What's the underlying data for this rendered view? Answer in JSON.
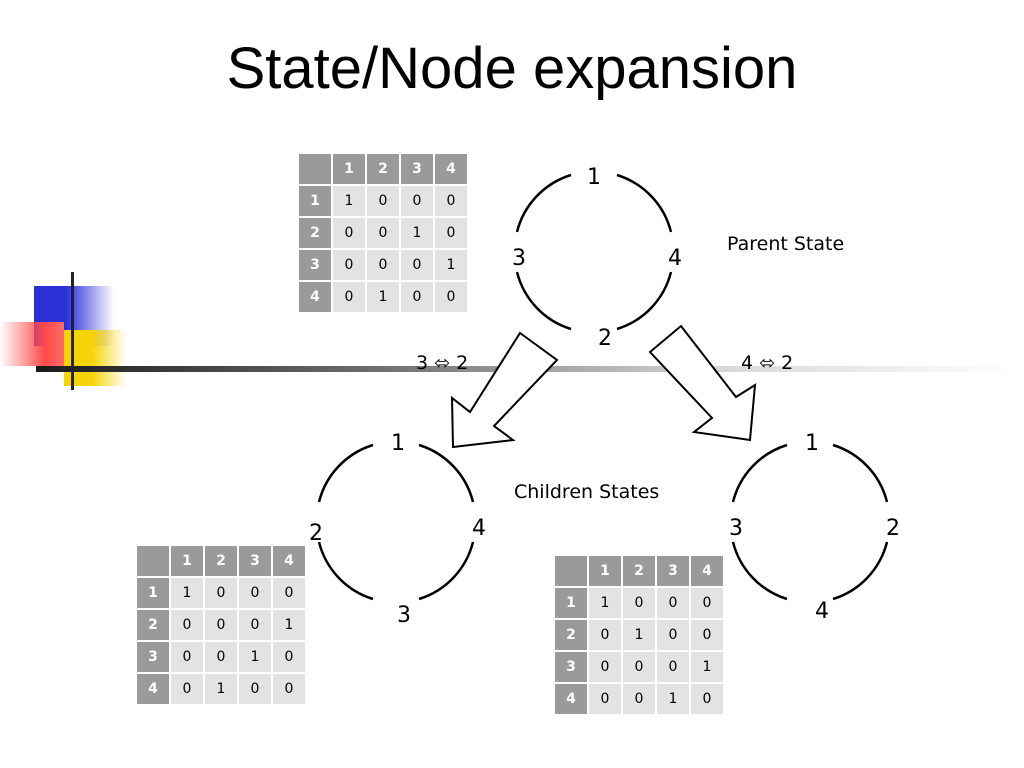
{
  "title": "State/Node expansion",
  "labels": {
    "parent_state": "Parent State",
    "children_states": "Children States",
    "swap_left": "3 ⬄ 2",
    "swap_right": "4 ⬄ 2"
  },
  "parent_ring": {
    "top": "1",
    "left": "3",
    "right": "4",
    "bottom": "2"
  },
  "left_child_ring": {
    "top": "1",
    "left": "2",
    "right": "4",
    "bottom": "3"
  },
  "right_child_ring": {
    "top": "1",
    "left": "3",
    "right": "2",
    "bottom": "4"
  },
  "parent_matrix": {
    "cols": [
      "1",
      "2",
      "3",
      "4"
    ],
    "rows": [
      {
        "label": "1",
        "cells": [
          "1",
          "0",
          "0",
          "0"
        ]
      },
      {
        "label": "2",
        "cells": [
          "0",
          "0",
          "1",
          "0"
        ]
      },
      {
        "label": "3",
        "cells": [
          "0",
          "0",
          "0",
          "1"
        ]
      },
      {
        "label": "4",
        "cells": [
          "0",
          "1",
          "0",
          "0"
        ]
      }
    ]
  },
  "left_child_matrix": {
    "cols": [
      "1",
      "2",
      "3",
      "4"
    ],
    "rows": [
      {
        "label": "1",
        "cells": [
          "1",
          "0",
          "0",
          "0"
        ]
      },
      {
        "label": "2",
        "cells": [
          "0",
          "0",
          "0",
          "1"
        ]
      },
      {
        "label": "3",
        "cells": [
          "0",
          "0",
          "1",
          "0"
        ]
      },
      {
        "label": "4",
        "cells": [
          "0",
          "1",
          "0",
          "0"
        ]
      }
    ]
  },
  "right_child_matrix": {
    "cols": [
      "1",
      "2",
      "3",
      "4"
    ],
    "rows": [
      {
        "label": "1",
        "cells": [
          "1",
          "0",
          "0",
          "0"
        ]
      },
      {
        "label": "2",
        "cells": [
          "0",
          "1",
          "0",
          "0"
        ]
      },
      {
        "label": "3",
        "cells": [
          "0",
          "0",
          "0",
          "1"
        ]
      },
      {
        "label": "4",
        "cells": [
          "0",
          "0",
          "1",
          "0"
        ]
      }
    ]
  }
}
